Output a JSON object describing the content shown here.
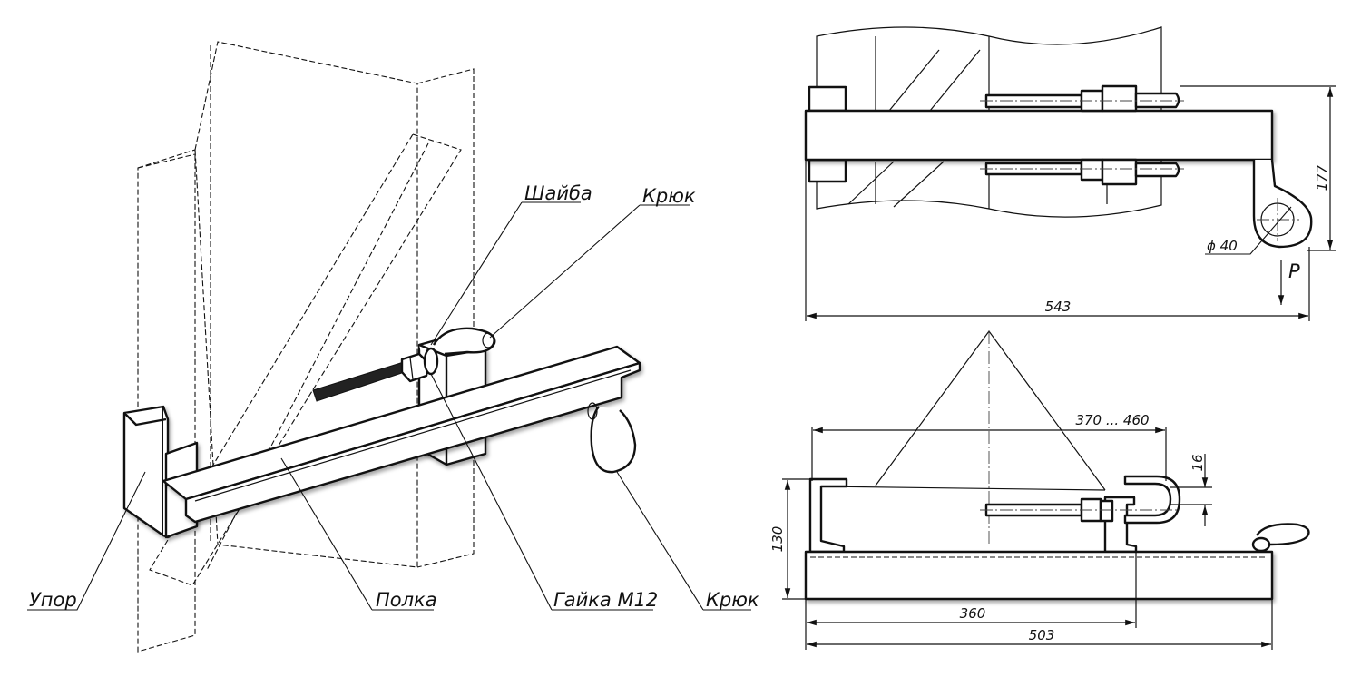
{
  "iso_view": {
    "labels": {
      "washer": "Шайба",
      "hook_top": "Крюк",
      "stop": "Упор",
      "shelf": "Полка",
      "nut": "Гайка М12",
      "hook_bottom": "Крюк"
    }
  },
  "top_view": {
    "dimensions": {
      "height": "177",
      "hole_diameter": "ϕ 40",
      "load": "P",
      "length": "543"
    }
  },
  "front_view": {
    "dimensions": {
      "range": "370 ... 460",
      "rod_offset": "16",
      "height": "130",
      "clamp_length": "360",
      "length": "503"
    }
  }
}
